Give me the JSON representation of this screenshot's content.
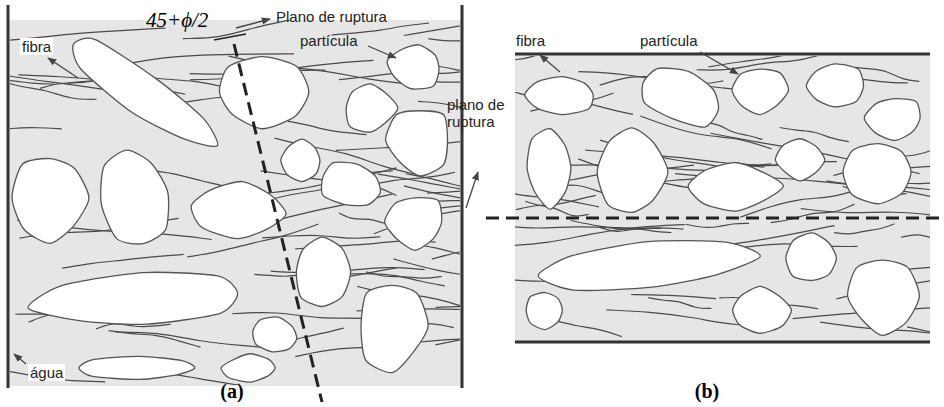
{
  "diagram": {
    "labels": [
      "45+ϕ/2",
      "Plano de ruptura",
      "fibra",
      "partícula",
      "água",
      "(a)",
      "fibra",
      "partícula",
      "plano de ruptura",
      "(b)"
    ]
  }
}
